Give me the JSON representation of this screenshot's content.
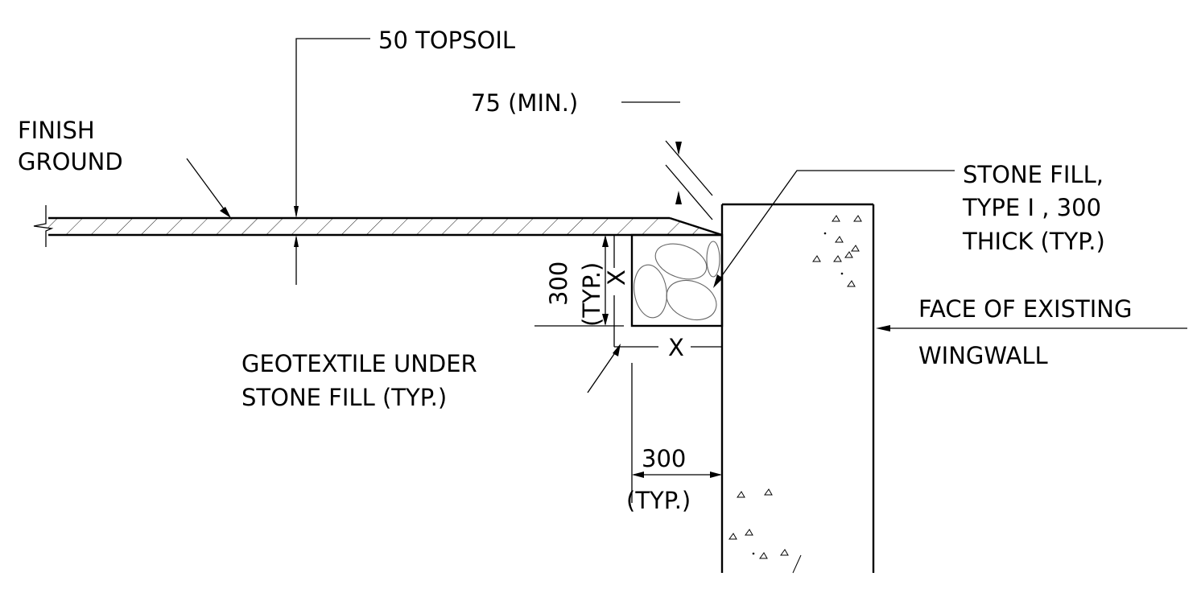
{
  "labels": {
    "topsoil": "50 TOPSOIL",
    "min_depth": "75 (MIN.)",
    "finish_ground_1": "FINISH",
    "finish_ground_2": "GROUND",
    "stone_fill_1": "STONE FILL,",
    "stone_fill_2": "TYPE I , 300",
    "stone_fill_3": "THICK (TYP.)",
    "wingwall_1": "FACE OF EXISTING",
    "wingwall_2": "WINGWALL",
    "geotextile_1": "GEOTEXTILE UNDER",
    "geotextile_2": "STONE FILL (TYP.)",
    "dim_300_vertical": "300",
    "dim_typ_vertical": "(TYP.)",
    "dim_x_vertical": "X",
    "dim_x_horizontal": "X",
    "dim_300_horizontal": "300",
    "dim_typ_horizontal": "(TYP.)"
  }
}
